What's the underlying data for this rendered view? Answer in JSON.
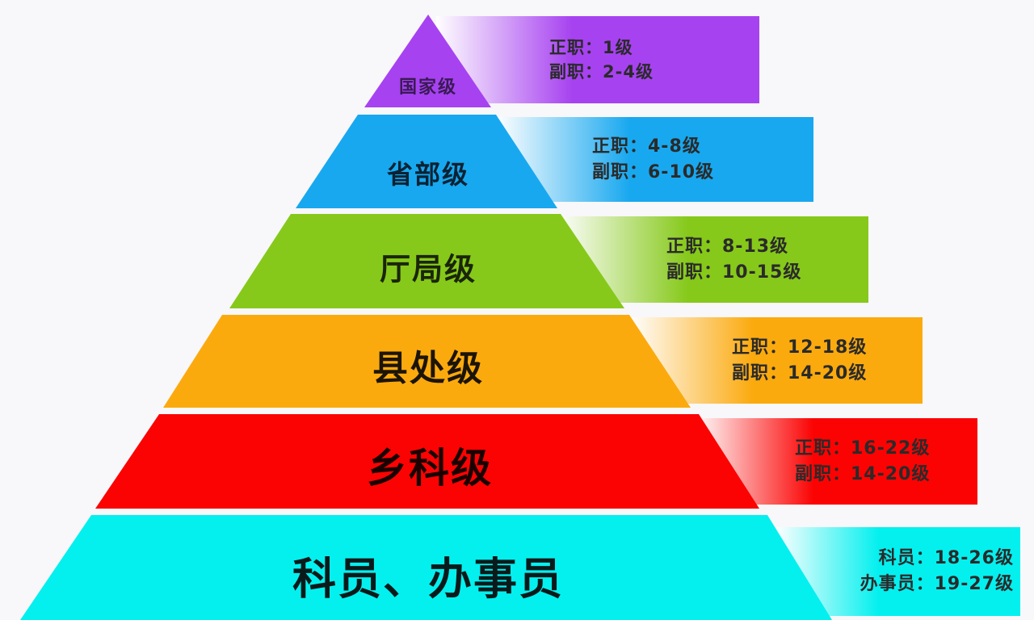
{
  "diagram": {
    "type": "pyramid",
    "tiers": [
      {
        "label": "国家级",
        "color": "#a742f0",
        "lines": [
          "正职：1级",
          "副职：2-4级"
        ]
      },
      {
        "label": "省部级",
        "color": "#18a8ef",
        "lines": [
          "正职：4-8级",
          "副职：6-10级"
        ]
      },
      {
        "label": "厅局级",
        "color": "#86c91a",
        "lines": [
          "正职：8-13级",
          "副职：10-15级"
        ]
      },
      {
        "label": "县处级",
        "color": "#fbaa0e",
        "lines": [
          "正职：12-18级",
          "副职：14-20级"
        ]
      },
      {
        "label": "乡科级",
        "color": "#fb0303",
        "lines": [
          "正职：16-22级",
          "副职：14-20级"
        ]
      },
      {
        "label": "科员、办事员",
        "color": "#04f0ef",
        "lines": [
          "科员：18-26级",
          "办事员：19-27级"
        ]
      }
    ]
  }
}
